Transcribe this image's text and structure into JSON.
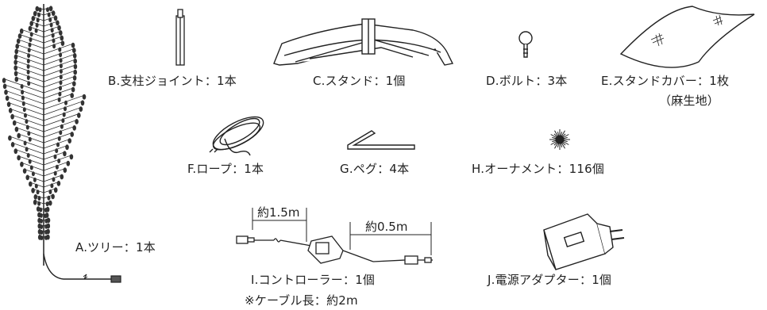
{
  "parts": {
    "a": "A.ツリー：1本",
    "b": "B.支柱ジョイント：1本",
    "c": "C.スタンド：1個",
    "d": "D.ボルト：3本",
    "e": "E.スタンドカバー：1枚",
    "e_note": "（麻生地）",
    "f": "F.ロープ：1本",
    "g": "G.ペグ：4本",
    "h": "H.オーナメント：116個",
    "i": "I.コントローラー：1個",
    "i_note": "※ケーブル長：約2m",
    "j": "J.電源アダプター：1個"
  },
  "dimensions": {
    "cable_left": "約1.5m",
    "cable_right": "約0.5m"
  },
  "line_color": "#222222"
}
